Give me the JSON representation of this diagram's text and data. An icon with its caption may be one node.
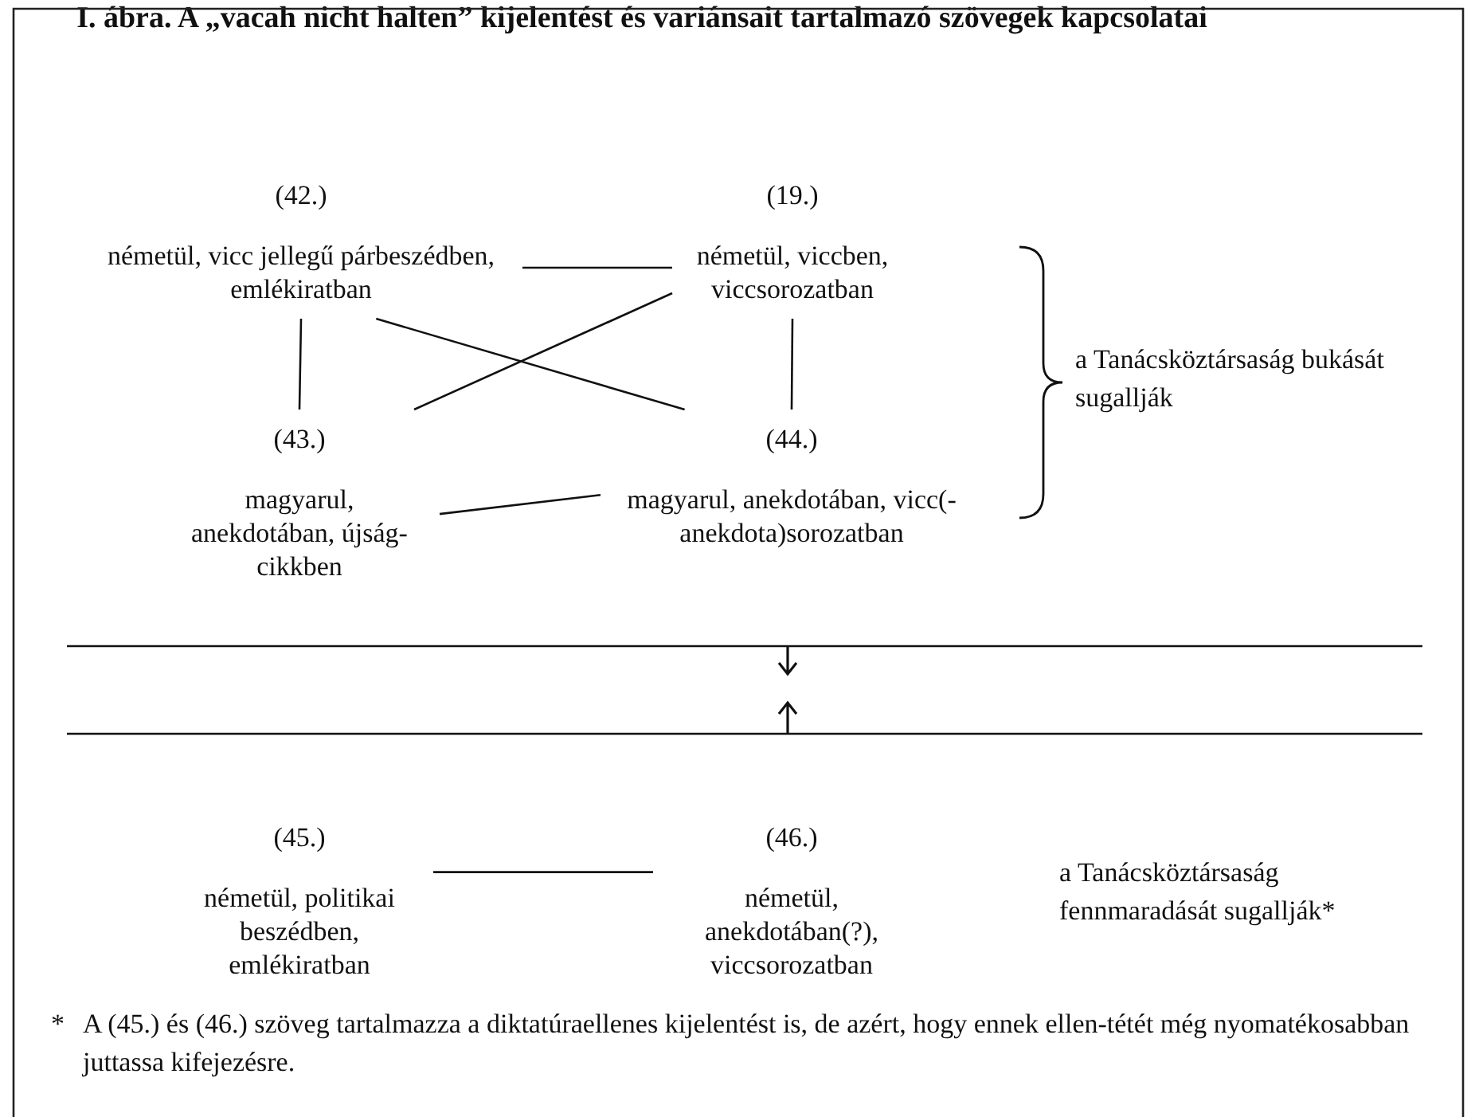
{
  "diagram": {
    "title": "I. ábra. A „vacah nicht halten” kijelentést és variánsait tartalmazó szövegek kapcsolatai",
    "nodes": [
      {
        "text": [
          "(42.)",
          "németül, vicc jellegű párbeszédben, emlékiratban"
        ]
      },
      {
        "text": [
          "(19.)",
          "németül, viccben, viccsorozatban"
        ]
      },
      {
        "text": [
          "(43.)",
          "magyarul, anekdotában, újság-cikkben"
        ]
      },
      {
        "text": [
          "(44.)",
          "magyarul, anekdotában, vicc(-anekdota)sorozatban"
        ]
      },
      {
        "text": [
          "(45.)",
          "németül, politikai beszédben, emlékiratban"
        ]
      },
      {
        "text": [
          "(46.)",
          "németül, anekdotában(?), viccsorozatban"
        ]
      }
    ],
    "edges": [
      {
        "from": 0,
        "to": 1,
        "arrow": "none"
      },
      {
        "from": 0,
        "to": 3,
        "arrow": "none"
      },
      {
        "from": 1,
        "to": 2,
        "arrow": "none"
      },
      {
        "from": 0,
        "to": 2,
        "arrow": "none"
      },
      {
        "from": 1,
        "to": 3,
        "arrow": "none"
      },
      {
        "from": 2,
        "to": 3,
        "arrow": "none"
      },
      {
        "from": 4,
        "to": 5,
        "arrow": "none"
      }
    ],
    "labels": [
      "a Tanácsköztársaság bukását sugallják",
      "a Tanácsköztársaság fennmaradását sugallják*",
      "*",
      "A (45.) és (46.) szöveg tartalmazza a diktatúraellenes kijelentést is, de azért, hogy ennek ellen-tétét még nyomatékosabban juttassa kifejezésre."
    ]
  }
}
